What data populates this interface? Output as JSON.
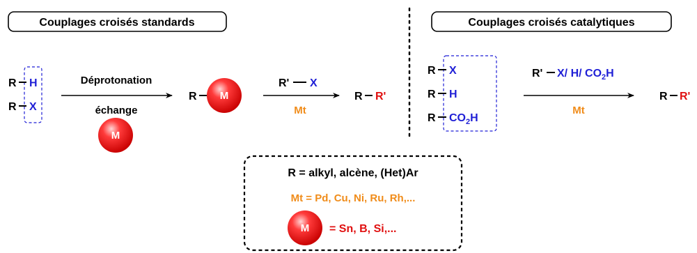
{
  "colors": {
    "black": "#000000",
    "blue": "#1f1fd6",
    "red": "#e01010",
    "orange": "#f08c1a",
    "sphere_dark": "#c80000",
    "sphere_light": "#ffd6d6"
  },
  "left_panel": {
    "title": "Couplages croisés standards",
    "substrate": {
      "r": "R",
      "h": "H",
      "x": "X"
    },
    "arrow1": {
      "top": "Déprotonation",
      "bottom": "échange",
      "sphere_label": "M"
    },
    "intermediate": {
      "r": "R",
      "m": "M"
    },
    "arrow2": {
      "reagent_r": "R'",
      "reagent_x": "X",
      "catalyst": "Mt"
    },
    "product": {
      "r": "R",
      "r2": "R'"
    }
  },
  "right_panel": {
    "title": "Couplages croisés catalytiques",
    "substrates": [
      {
        "r": "R",
        "group": "X"
      },
      {
        "r": "R",
        "group": "H"
      },
      {
        "r": "R",
        "group": "CO",
        "sub": "2",
        "tail": "H"
      }
    ],
    "arrow": {
      "reagent_r": "R'",
      "reagent_rest": "X/ H/ CO",
      "reagent_sub": "2",
      "reagent_tail": "H",
      "catalyst": "Mt"
    },
    "product": {
      "r": "R",
      "r2": "R'"
    }
  },
  "legend": {
    "line1": "R = alkyl, alcène, (Het)Ar",
    "line2": "Mt = Pd, Cu, Ni, Ru, Rh,...",
    "sphere_label": "M",
    "line3": "= Sn, B, Si,..."
  }
}
